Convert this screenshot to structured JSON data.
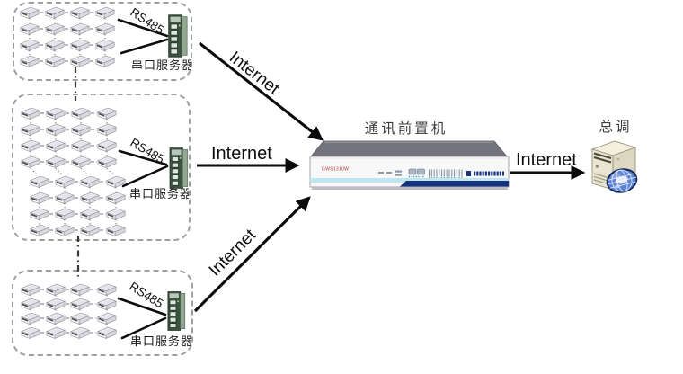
{
  "clusters": [
    {
      "id": "cluster-1",
      "bus_label": "RS485",
      "server_label": "串口服务器",
      "meter_rows": 4,
      "meter_cols": 4
    },
    {
      "id": "cluster-2",
      "bus_label": "RS485",
      "server_label": "串口服务器",
      "meter_rows": 8,
      "meter_cols": 4
    },
    {
      "id": "cluster-3",
      "bus_label": "RS485",
      "server_label": "串口服务器",
      "meter_rows": 4,
      "meter_cols": 4
    }
  ],
  "links": {
    "cluster1_to_frontend": "Internet",
    "cluster2_to_frontend": "Internet",
    "cluster3_to_frontend": "Internet",
    "frontend_to_master": "Internet"
  },
  "frontend_device": {
    "label": "通讯前置机",
    "model_text": "GWS1310W"
  },
  "master_station": {
    "label": "总调"
  },
  "colors": {
    "serial_server_green": "#3b543f",
    "panel_stripe_light_blue": "#bfe6ef",
    "panel_stripe_dark_blue": "#16337f",
    "model_text_red": "#b23030",
    "globe_blue": "#5b82d6",
    "arrow_black": "#0a0a0a",
    "dashed_box_gray": "#9aa0a0"
  }
}
